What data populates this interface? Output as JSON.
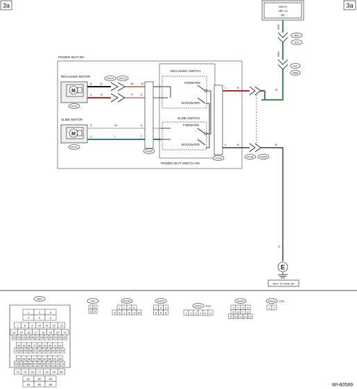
{
  "page_tag": "3a",
  "top_box": {
    "line1": "MB-20",
    "line2": "SBF-14",
    "line3": "(B)"
  },
  "wire_colors": {
    "red": "#cc2222",
    "green": "#2e9a46",
    "blue": "#2f78a8",
    "pink": "#d98cc8",
    "black": "#111111",
    "white_wire": "#bbbbbb"
  },
  "components": {
    "power_seat_frame": "POWER SEAT RH",
    "reclining_motor": "RECLINING MOTOR",
    "reclining_motor_conn": "R101",
    "slide_motor": "SLIDE MOTOR",
    "slide_motor_conn": "R102",
    "motor_symbol": "M",
    "reclining_switch": "RECLINING SWITCH",
    "slide_switch": "SLIDE SWITCH",
    "forward_1": "FORWARD",
    "backward_1": "BACKWARD",
    "forward_2": "FORWARD",
    "backward_2": "BACKWARD",
    "switch_caption": "POWER SEAT SWITCH RH",
    "ground_symbol": "E",
    "ground_label": "REF. TO GND [F]"
  },
  "connectors": {
    "b65": "B65",
    "j112": "J112",
    "i53": "i53",
    "r88": "R88",
    "r414": "R414",
    "r413": "R413",
    "r100": "R100",
    "r199": "R199",
    "r198": "R198",
    "r334": "R334"
  },
  "wire_labels": {
    "wg1": "W/G",
    "wg2": "W/G",
    "g_main": "G",
    "g_ground": "G",
    "r1_pin": "8",
    "r1_color": "B",
    "r1_color2": "Br",
    "r1_pin_r": "10",
    "r2_pin": "4",
    "r2_color": "R",
    "r2_color2": "P",
    "r2_pin_r": "5",
    "s1_pin": "3",
    "s1_color": "W",
    "s1_pin_r": "6",
    "s2_pin": "1",
    "s2_color": "L",
    "s2_pin_r": "7",
    "out_r_pin": "1",
    "out_r_color": "R",
    "out_b_pin": "4",
    "out_b_color": "B",
    "out_b_color2": "B"
  },
  "connector_views": {
    "b65": {
      "label": "B65",
      "rows": [
        [
          "1",
          "2",
          "3"
        ],
        [
          "4",
          "5",
          "6"
        ],
        [
          "7",
          "8",
          "9",
          "10",
          "11",
          "12",
          "13"
        ],
        [
          "14",
          "15",
          "16",
          "17",
          "18",
          "19",
          "20",
          "21"
        ],
        [
          "22",
          "23",
          "24",
          "25",
          "26",
          "27",
          "28",
          "29",
          "30",
          "31",
          "32",
          "33"
        ],
        [
          "34",
          "35",
          "36",
          "37",
          "38",
          "39",
          "40",
          "41",
          "42"
        ],
        [
          "43",
          "44",
          "45",
          "46",
          "47",
          "48",
          "49",
          "50",
          "51",
          "52",
          "53"
        ],
        [
          "54",
          "55",
          "56",
          "57",
          "58",
          "59",
          "60",
          "61",
          "62"
        ],
        [
          "63",
          "64",
          "65",
          "66",
          "67",
          "68",
          "69",
          "70",
          "71",
          "72",
          "73"
        ],
        [
          "74",
          "75",
          "76",
          "77",
          "78",
          "79",
          "80"
        ],
        [
          "81",
          "82",
          "83"
        ],
        [
          "84",
          "85",
          "86"
        ]
      ]
    },
    "i53": {
      "label": "i53",
      "rows": [
        [
          "1",
          "2"
        ],
        [
          "3",
          "4"
        ]
      ]
    },
    "r199": {
      "label": "R199",
      "rows": [
        [
          "1",
          "2",
          "3",
          "4"
        ],
        [
          "5",
          "6",
          "7",
          "8",
          "9",
          "10"
        ]
      ]
    },
    "r101": {
      "label": "R101",
      "rows": [
        [
          "1",
          "2",
          "3"
        ],
        [
          "4",
          "5",
          "6"
        ]
      ]
    },
    "r102": {
      "label": "R102",
      "color": "(Gr)",
      "rows": [
        [
          "1",
          "2",
          "3",
          "4",
          "5",
          "6"
        ]
      ]
    },
    "r334": {
      "label": "R334",
      "rows": [
        [
          "1",
          "2",
          "3",
          "4"
        ],
        [
          "5",
          "6",
          "7",
          "8"
        ],
        [
          "9",
          "10",
          "11",
          "12",
          "13"
        ]
      ]
    },
    "r413": {
      "label": "R413",
      "color": "(Gr)",
      "rows": [
        [
          "1",
          "2"
        ]
      ]
    }
  },
  "page_code": "WI-60589"
}
